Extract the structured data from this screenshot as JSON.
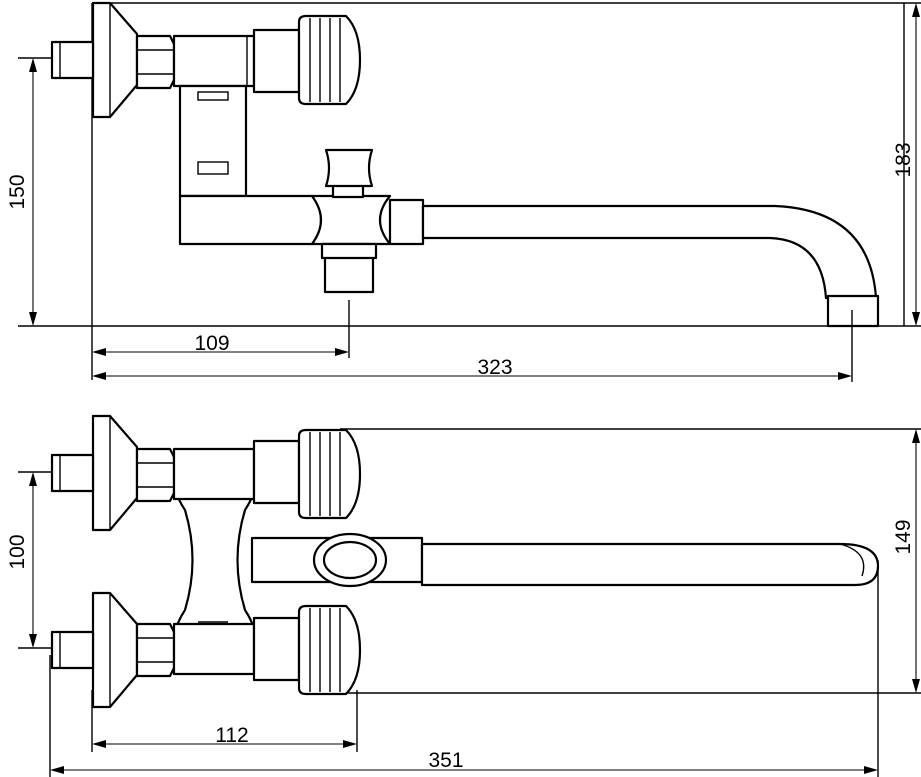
{
  "dimensions": {
    "top_view": {
      "height_left": "150",
      "height_right": "183",
      "width_inlet": "109",
      "width_total": "323"
    },
    "bottom_view": {
      "height_left": "100",
      "height_right": "149",
      "width_inlet": "112",
      "width_total": "351"
    }
  }
}
